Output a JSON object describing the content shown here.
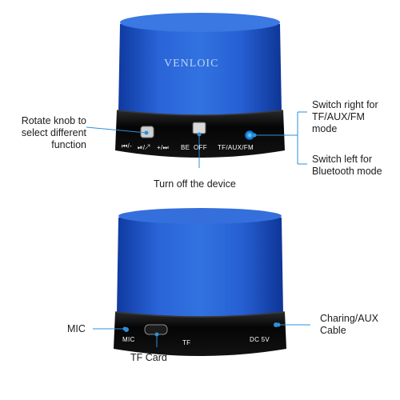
{
  "brand": {
    "name": "VENLOIC"
  },
  "speaker_top": {
    "band_controls": {
      "prev": "⏮/-",
      "play": "⏯/↗",
      "next": "+/⏭",
      "be": "BE",
      "off": "OFF",
      "mode": "TF/AUX/FM"
    }
  },
  "speaker_bottom": {
    "band_labels": {
      "mic": "MIC",
      "tf": "TF",
      "dc": "DC 5V"
    }
  },
  "callouts": {
    "rotate_knob": [
      "Rotate knob to",
      "select different",
      "function"
    ],
    "switch_right": [
      "Switch right for",
      "TF/AUX/FM",
      "mode"
    ],
    "switch_left": [
      "Switch left for",
      "Bluetooth mode"
    ],
    "turn_off": "Turn off the device",
    "mic": "MIC",
    "charging": [
      "Charing/AUX",
      "Cable"
    ],
    "tf_card": "TF Card"
  },
  "colors": {
    "blue_body": "#1f5fc8",
    "blue_dark": "#123a8a",
    "blue_light": "#3d7fe0",
    "band_black": "#0a0a0a",
    "callout_line": "#2f8fd8"
  }
}
